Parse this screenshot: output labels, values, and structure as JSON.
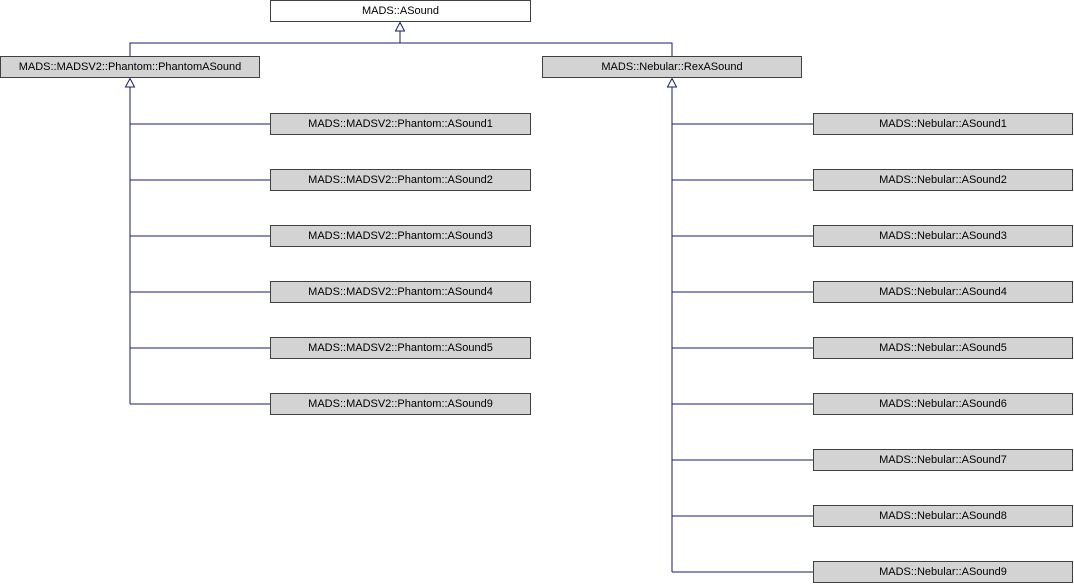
{
  "colors": {
    "edge": "#191970",
    "node_fill": "#d3d3d3",
    "node_border": "#404040",
    "root_fill": "#ffffff",
    "text": "#000000"
  },
  "diagram": {
    "type": "class-inheritance-graph",
    "root": "MADS::ASound",
    "parents": {
      "phantom": "MADS::MADSV2::Phantom::PhantomASound",
      "nebular": "MADS::Nebular::RexASound"
    },
    "phantom_children": [
      "MADS::MADSV2::Phantom::ASound1",
      "MADS::MADSV2::Phantom::ASound2",
      "MADS::MADSV2::Phantom::ASound3",
      "MADS::MADSV2::Phantom::ASound4",
      "MADS::MADSV2::Phantom::ASound5",
      "MADS::MADSV2::Phantom::ASound9"
    ],
    "nebular_children": [
      "MADS::Nebular::ASound1",
      "MADS::Nebular::ASound2",
      "MADS::Nebular::ASound3",
      "MADS::Nebular::ASound4",
      "MADS::Nebular::ASound5",
      "MADS::Nebular::ASound6",
      "MADS::Nebular::ASound7",
      "MADS::Nebular::ASound8",
      "MADS::Nebular::ASound9"
    ]
  }
}
